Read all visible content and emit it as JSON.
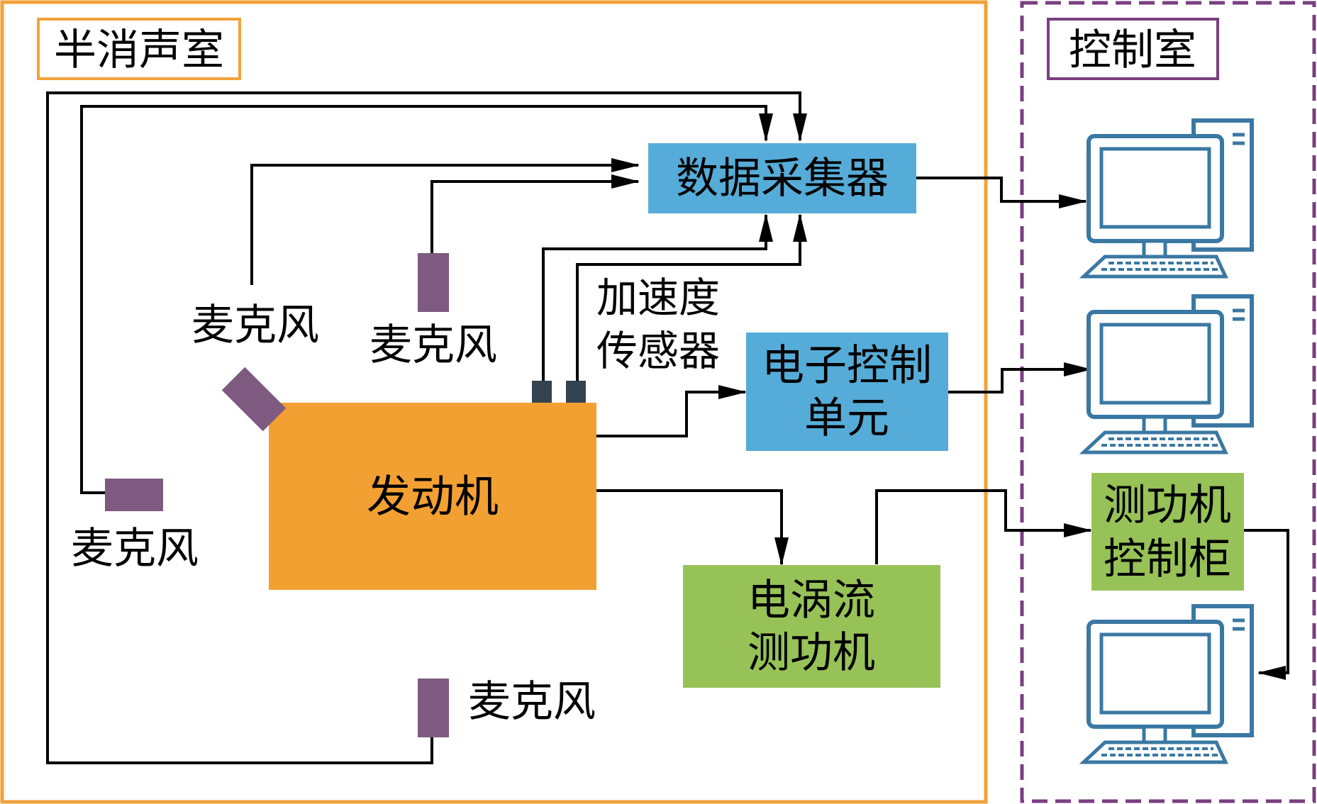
{
  "rooms": {
    "semi_anechoic_label": "半消声室",
    "control_room_label": "控制室"
  },
  "components": {
    "data_acquisition": "数据采集器",
    "ecu_line1": "电子控制",
    "ecu_line2": "单元",
    "engine": "发动机",
    "dyno_line1": "电涡流",
    "dyno_line2": "测功机",
    "dyno_cabinet_line1": "测功机",
    "dyno_cabinet_line2": "控制柜"
  },
  "sensors": {
    "accelerometer_line1": "加速度",
    "accelerometer_line2": "传感器",
    "mic_top_left": "麦克风",
    "mic_top_center": "麦克风",
    "mic_left": "麦克风",
    "mic_bottom": "麦克风"
  },
  "colors": {
    "orange_border": "#f2a13a",
    "engine_fill": "#f3a033",
    "blue_fill": "#56acd8",
    "green_fill": "#97c257",
    "mic_purple": "#7e5a80",
    "accel_dark": "#33434f",
    "control_dash": "#7a3f80",
    "computer_stroke": "#3a78a3",
    "line": "#000000"
  },
  "icons": [
    "computer-icon",
    "computer-icon",
    "computer-icon"
  ]
}
